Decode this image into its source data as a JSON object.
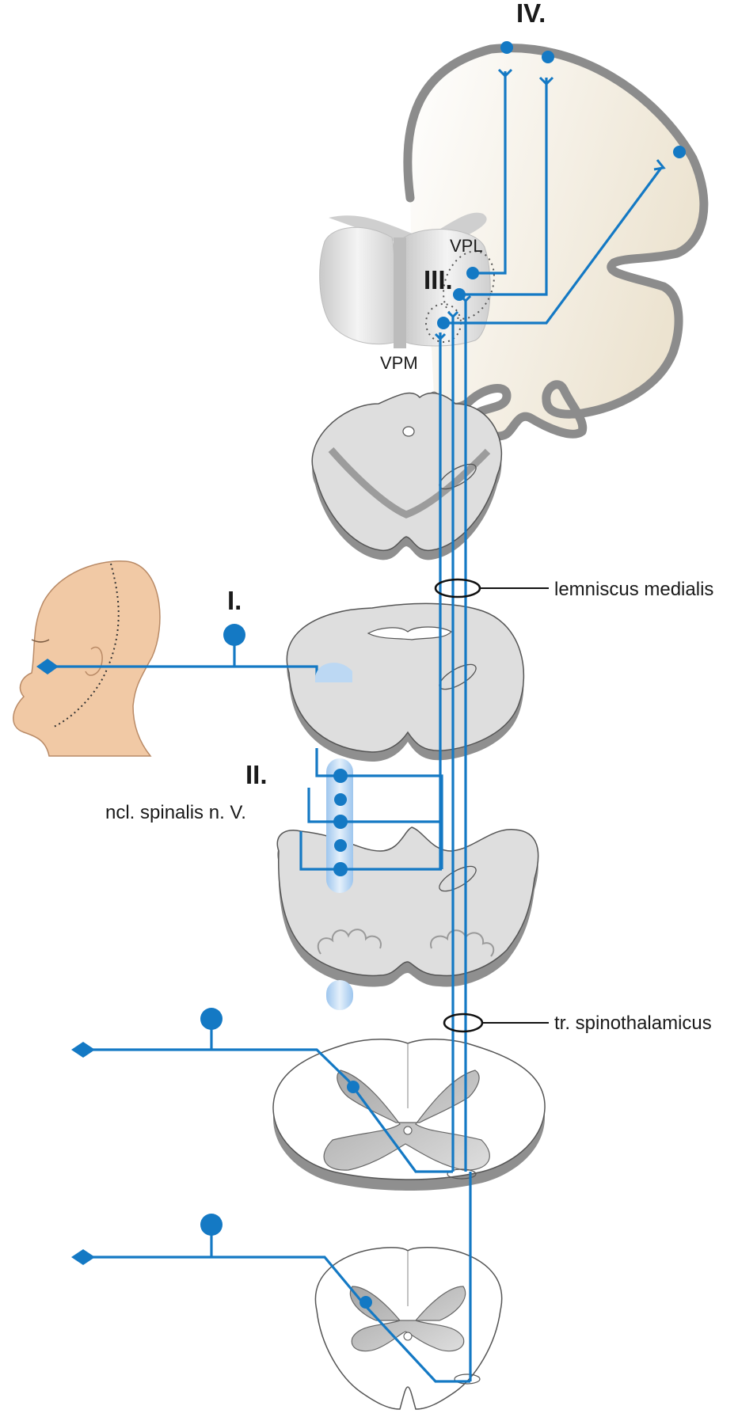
{
  "labels": {
    "roman_1": "I.",
    "roman_2": "II.",
    "roman_3": "III.",
    "roman_4": "IV.",
    "vpl": "VPL",
    "vpm": "VPM",
    "lemniscus_medialis": "lemniscus medialis",
    "ncl_spinalis": "ncl. spinalis n. V.",
    "tr_spinothalamicus": "tr. spinothalamicus"
  },
  "colors": {
    "fiber": "#1479c4",
    "brain_section": "#dcdcdc",
    "section_shadow": "#8f8f8f",
    "cortex_outline": "#8c8c8c",
    "cortex_fill": "#f7f2e6",
    "skin": "#f1c9a5",
    "nucleus_light": "#bcd8f3"
  }
}
